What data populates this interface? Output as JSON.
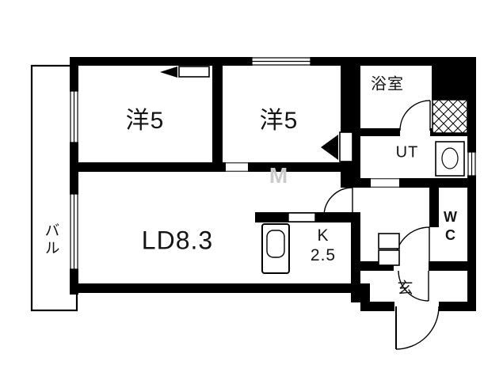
{
  "floorplan": {
    "rooms": {
      "bedroom1": {
        "label": "洋5"
      },
      "bedroom2": {
        "label": "洋5"
      },
      "bath": {
        "label": "浴室"
      },
      "utility": {
        "label": "UT"
      },
      "toilet": {
        "label": "WC"
      },
      "living_dining": {
        "label": "LD8.3"
      },
      "kitchen": {
        "label_line1": "K",
        "label_line2": "2.5"
      },
      "entrance": {
        "label": "玄"
      },
      "balcony": {
        "label": "バル"
      }
    },
    "watermark": "M",
    "colors": {
      "wall": "#000000",
      "background": "#ffffff",
      "label": "#141414",
      "watermark": "#cbcbcb"
    }
  }
}
